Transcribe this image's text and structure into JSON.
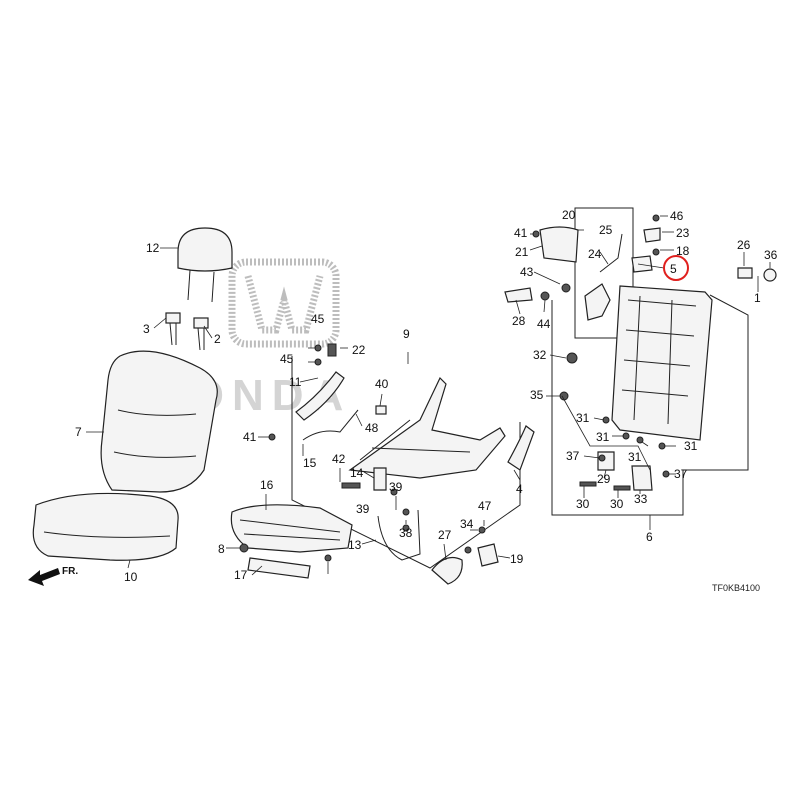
{
  "brand": {
    "name": "HONDA"
  },
  "diagram_code": "TF0KB4100",
  "direction_label": "FR.",
  "highlight": {
    "part": "5",
    "color": "#e0201e"
  },
  "parts": {
    "p1": "1",
    "p2": "2",
    "p3": "3",
    "p4": "4",
    "p5": "5",
    "p6": "6",
    "p7": "7",
    "p8": "8",
    "p9": "9",
    "p10": "10",
    "p11": "11",
    "p12": "12",
    "p13": "13",
    "p14": "14",
    "p15": "15",
    "p16": "16",
    "p17": "17",
    "p18": "18",
    "p19": "19",
    "p20": "20",
    "p21": "21",
    "p22": "22",
    "p23": "23",
    "p24": "24",
    "p25": "25",
    "p26": "26",
    "p27": "27",
    "p28": "28",
    "p29": "29",
    "p30": "30",
    "p31": "31",
    "p32": "32",
    "p33": "33",
    "p34": "34",
    "p35": "35",
    "p36": "36",
    "p37": "37",
    "p38": "38",
    "p39": "39",
    "p40": "40",
    "p41": "41",
    "p42": "42",
    "p43": "43",
    "p44": "44",
    "p45": "45",
    "p46": "46",
    "p47": "47",
    "p48": "48"
  }
}
